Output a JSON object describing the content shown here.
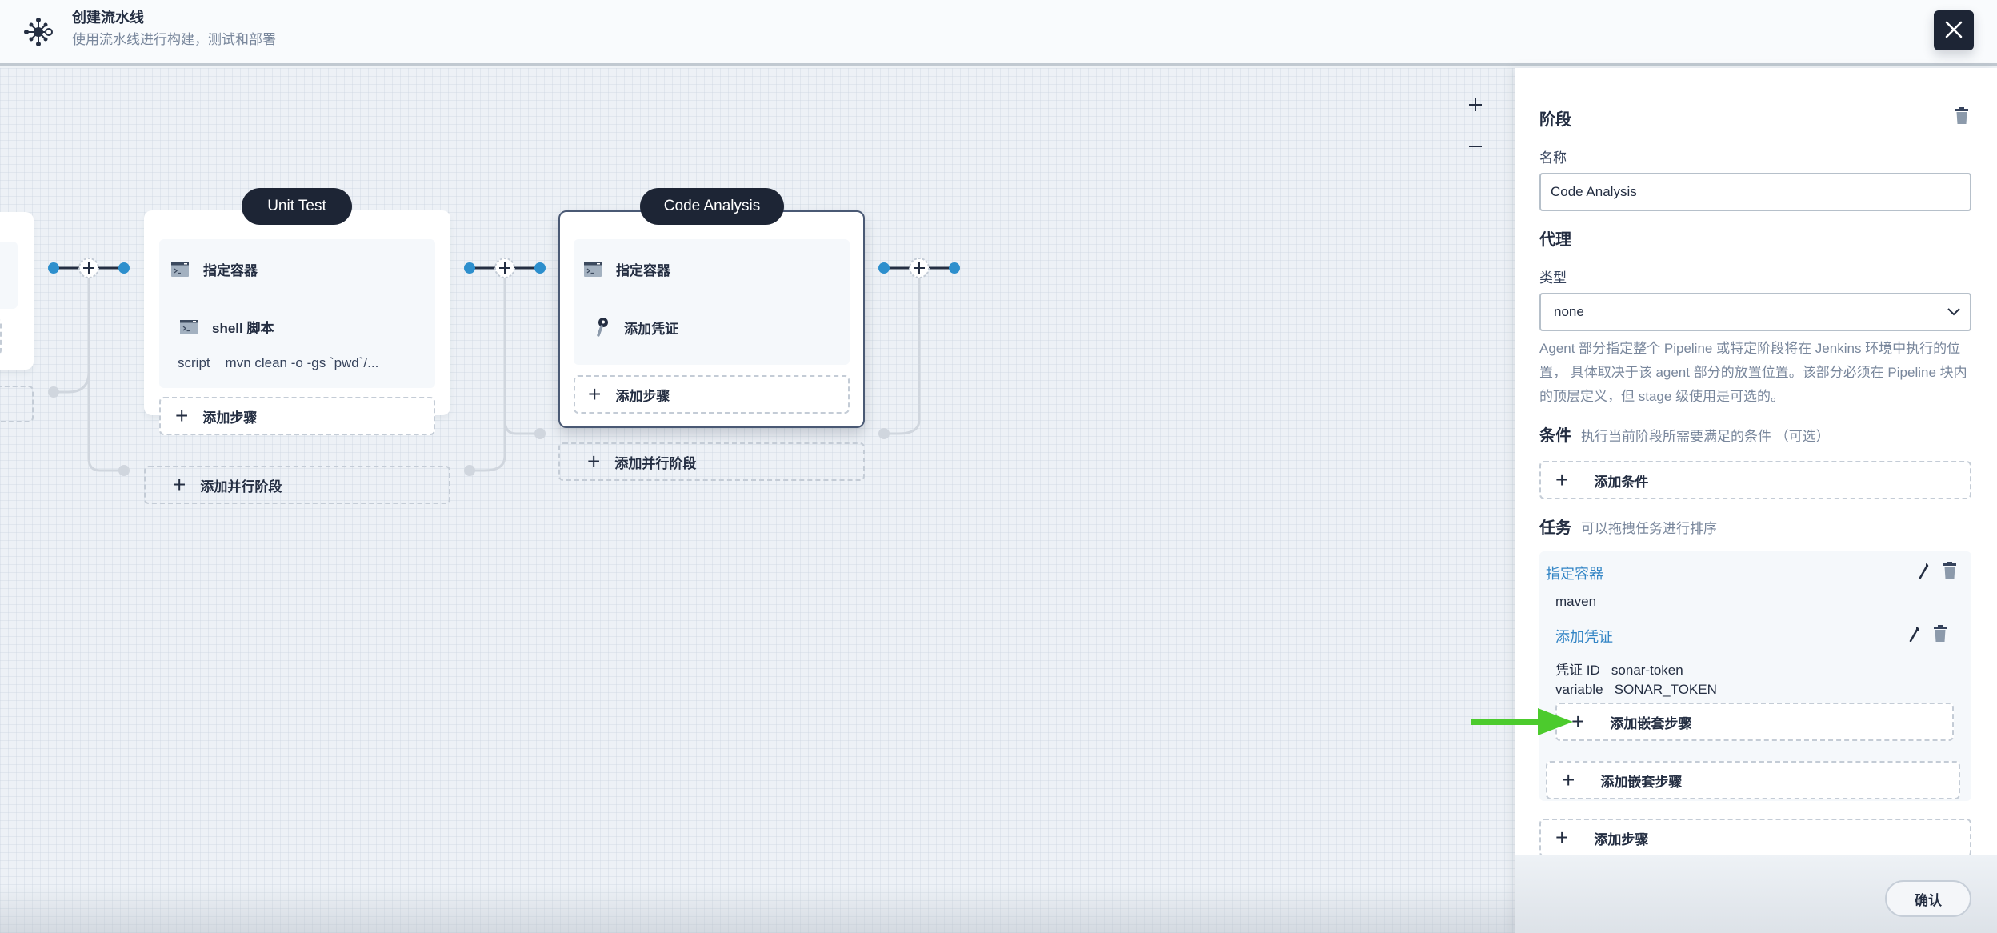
{
  "header": {
    "title": "创建流水线",
    "subtitle": "使用流水线进行构建，测试和部署",
    "logo_icon": "pipeline-icon",
    "close_icon": "close-icon"
  },
  "canvas": {
    "zoom_in_label": "+",
    "zoom_out_label": "−",
    "stages": [
      {
        "name": "",
        "partial": true,
        "add_step_label": "",
        "add_parallel_label": ""
      },
      {
        "name": "Unit Test",
        "selected": false,
        "steps": [
          {
            "icon": "terminal-icon",
            "label": "指定容器"
          },
          {
            "icon": "terminal-icon",
            "label": "shell 脚本",
            "detail_key": "script",
            "detail_value": "mvn clean -o -gs `pwd`/..."
          }
        ],
        "add_step_label": "添加步骤",
        "add_parallel_label": "添加并行阶段"
      },
      {
        "name": "Code Analysis",
        "selected": true,
        "steps": [
          {
            "icon": "terminal-icon",
            "label": "指定容器"
          },
          {
            "icon": "key-icon",
            "label": "添加凭证"
          }
        ],
        "add_step_label": "添加步骤",
        "add_parallel_label": "添加并行阶段"
      }
    ],
    "accent_color": "#2d8fcd"
  },
  "panel": {
    "stage_title": "阶段",
    "name_label": "名称",
    "name_value": "Code Analysis",
    "agent_title": "代理",
    "type_label": "类型",
    "type_value": "none",
    "agent_desc": "Agent 部分指定整个 Pipeline 或特定阶段将在 Jenkins 环境中执行的位置， 具体取决于该 agent 部分的放置位置。该部分必须在 Pipeline 块内的顶层定义，但 stage 级使用是可选的。",
    "condition_title": "条件",
    "condition_hint": "执行当前阶段所需要满足的条件 （可选）",
    "add_condition_label": "添加条件",
    "tasks_title": "任务",
    "tasks_hint": "可以拖拽任务进行排序",
    "tasks": [
      {
        "name": "指定容器",
        "value": "maven",
        "nested": [
          {
            "name": "添加凭证",
            "fields": [
              {
                "key": "凭证 ID",
                "value": "sonar-token"
              },
              {
                "key": "variable",
                "value": "SONAR_TOKEN"
              }
            ],
            "add_nested_label": "添加嵌套步骤"
          }
        ],
        "add_nested_label": "添加嵌套步骤"
      }
    ],
    "add_step_label": "添加步骤",
    "confirm_label": "确认",
    "link_color": "#3385c5"
  },
  "annotation": {
    "arrow_color": "#4ccb2d"
  }
}
